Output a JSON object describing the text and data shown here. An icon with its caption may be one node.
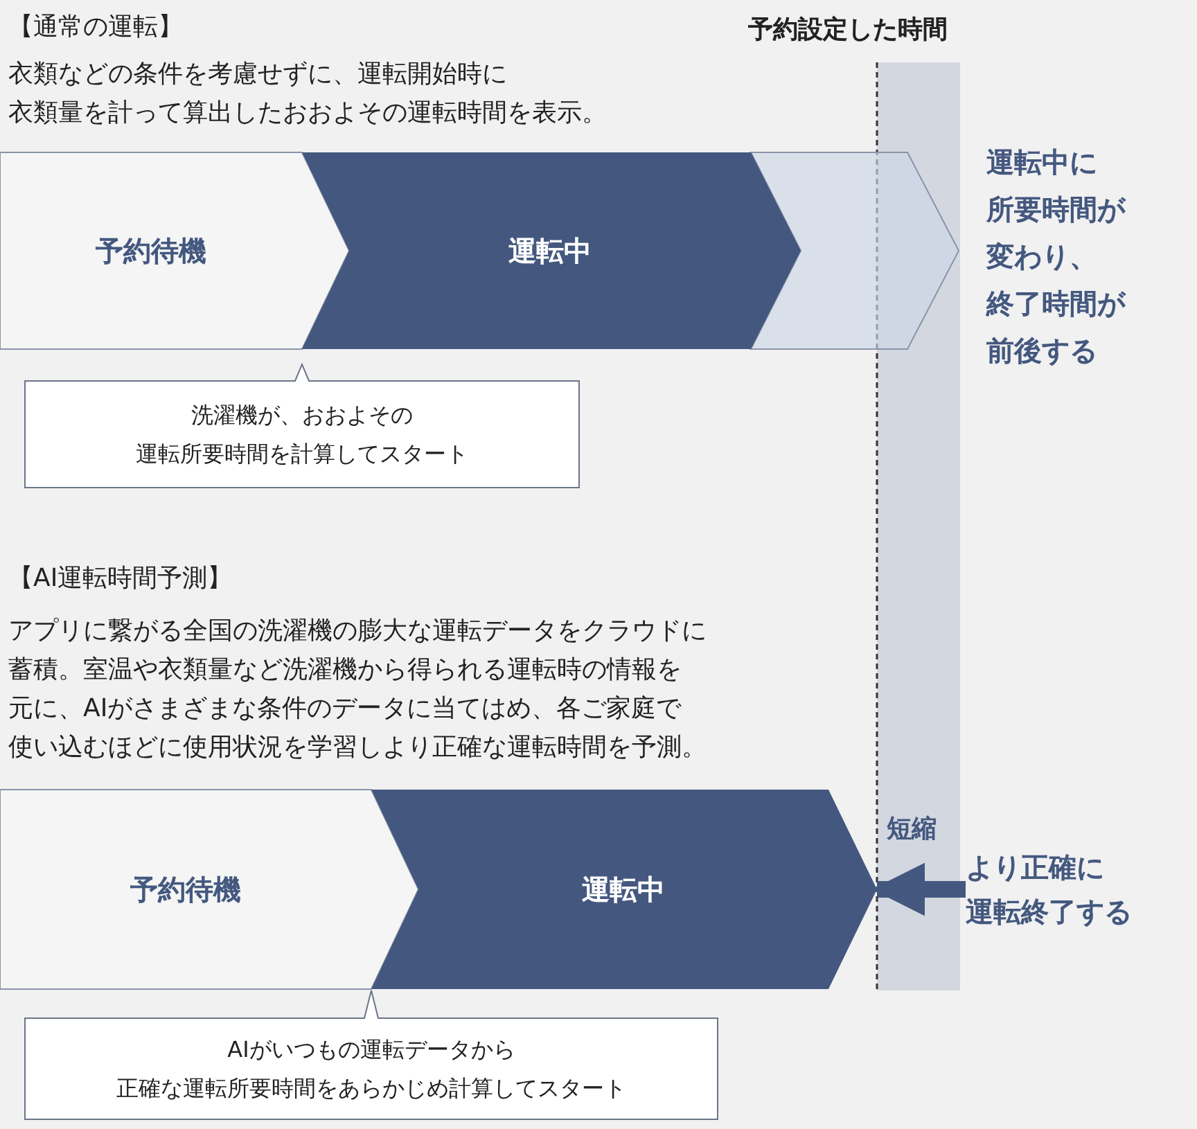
{
  "diagram": {
    "nodes": [
      {
        "text": [
          "予約待機"
        ]
      },
      {
        "text": [
          "運転中"
        ]
      },
      {
        "text": [],
        "shape": "chevron"
      },
      {
        "text": [
          "洗濯機が、おおよその運転所要時間を計算してスタート"
        ]
      },
      {
        "text": [
          "予約待機"
        ]
      },
      {
        "text": [
          "運転中"
        ]
      },
      {
        "text": [
          "AIがいつもの運転データから正確な運転所要時間をあらかじめ計算してスタート"
        ]
      },
      {
        "text": [
          "より正確に運転終了する"
        ]
      }
    ],
    "edges": [
      {
        "from": 7,
        "to": 5,
        "arrow": "to"
      }
    ],
    "labels": [
      "【通常の運転】",
      "衣類などの条件を考慮せずに、運転開始時に衣類量を計って算出したおおよその運転時間を表示。",
      "予約設定した時間",
      "運転中に所要時間が変わり、終了時間が前後する",
      "【AI運転時間予測】",
      "アプリに繋がる全国の洗濯機の膨大な運転データをクラウドに蓄積。室温や衣類量など洗濯機から得られる運転時の情報を元に、AIがさまざまな条件のデータに当てはめ、各ご家庭で使い込むほどに使用状況を学習しより正確な運転時間を予測。",
      "短縮"
    ]
  }
}
